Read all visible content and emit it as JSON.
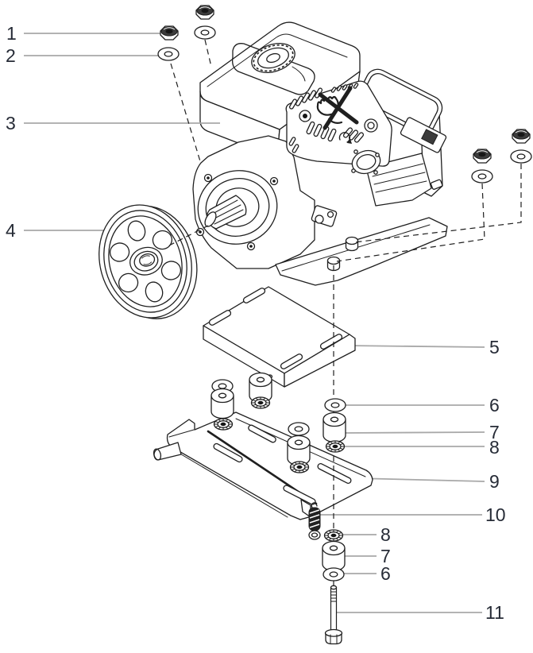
{
  "figure": {
    "type": "exploded-parts-diagram",
    "callouts": {
      "c1": "1",
      "c2": "2",
      "c3": "3",
      "c4": "4",
      "c5": "5",
      "c6": "6",
      "c7": "7",
      "c8": "8",
      "c9": "9",
      "c10": "10",
      "c11": "11"
    }
  },
  "colors": {
    "outline": "#1f1f1f",
    "leader": "#a8a8a8",
    "label": "#262b36",
    "background": "#ffffff",
    "metal_dark": "#3c3c3c"
  }
}
